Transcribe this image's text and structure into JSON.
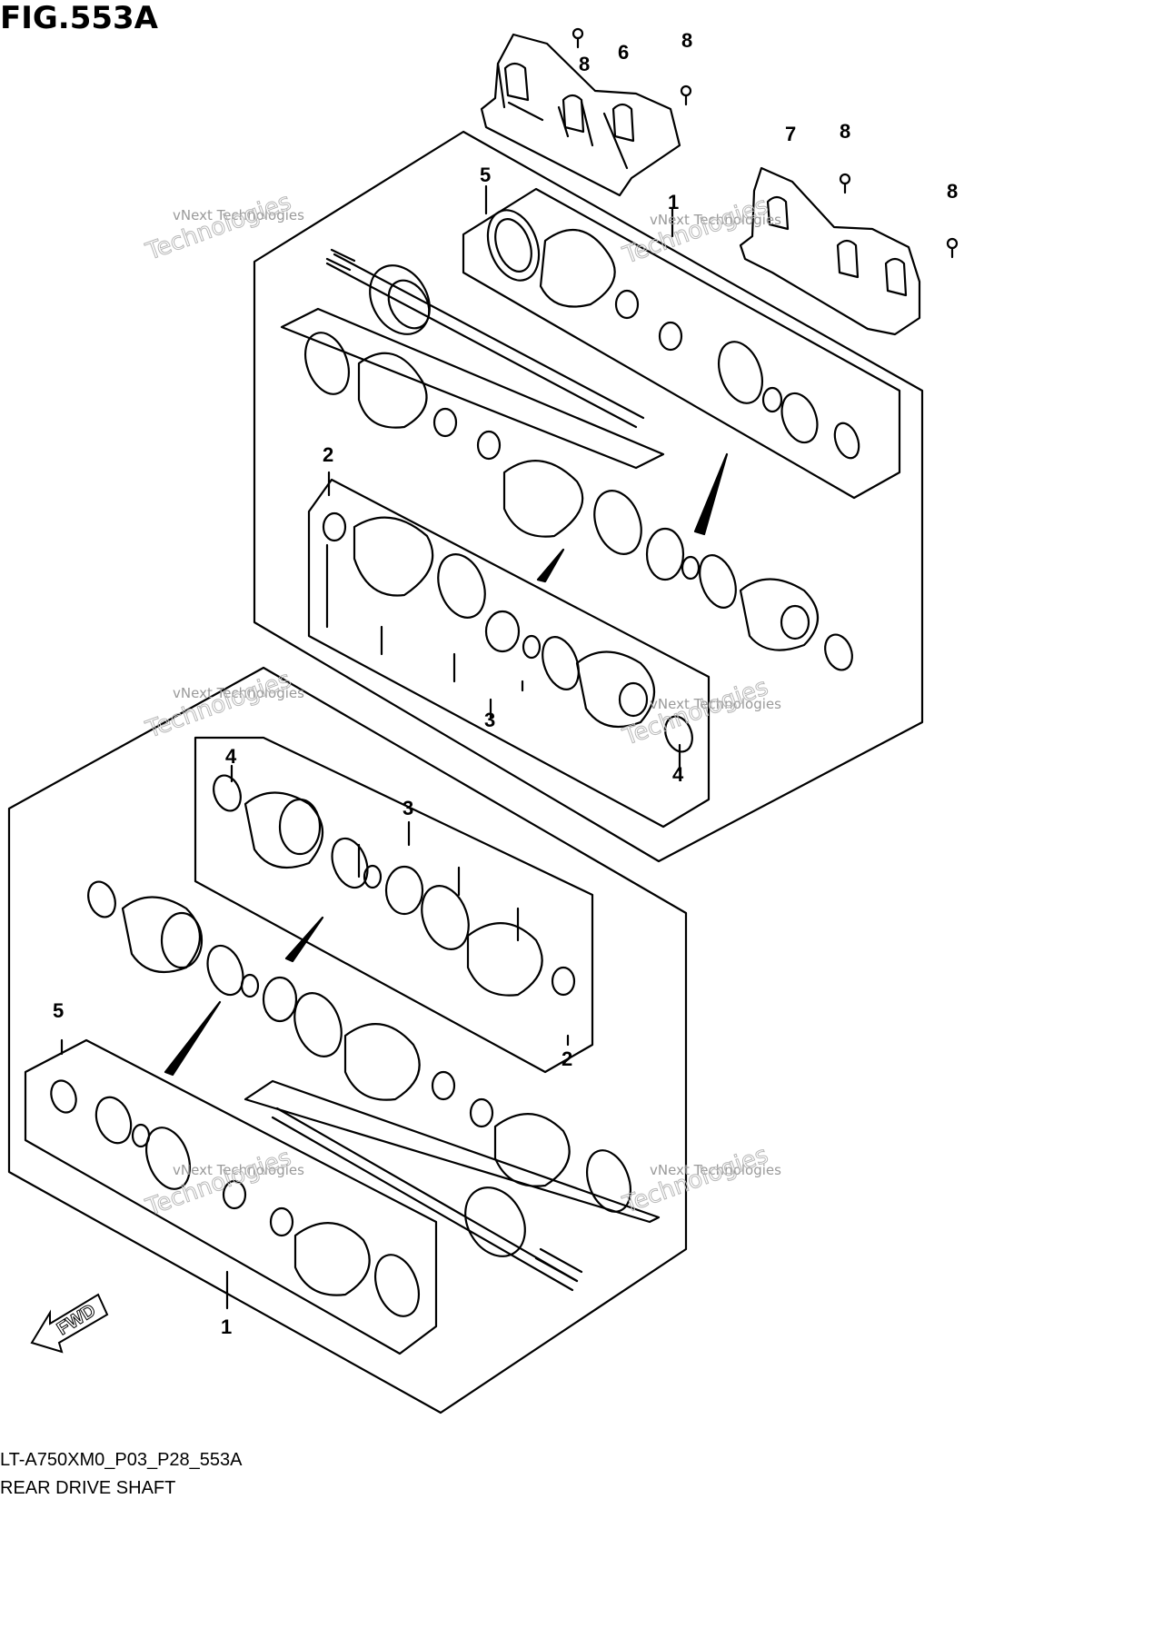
{
  "figure": {
    "title": "FIG.553A",
    "code": "LT-A750XM0_P03_P28_553A",
    "name": "REAR DRIVE SHAFT"
  },
  "callouts": {
    "c8a": "8",
    "c6": "6",
    "c8b": "8",
    "c7": "7",
    "c8c": "8",
    "c8d": "8",
    "c5top": "5",
    "c1top": "1",
    "c2top": "2",
    "c3top": "3",
    "c4top": "4",
    "c4mid": "4",
    "c3mid": "3",
    "c5bot": "5",
    "c2bot": "2",
    "c1bot": "1"
  },
  "watermark": {
    "line1": "vNext",
    "line2": "vNext Technologies",
    "line3": "Technologies"
  },
  "fwd_label": "FWD",
  "colors": {
    "ink": "#000000",
    "paper": "#ffffff",
    "watermark": "#9a9a9a"
  }
}
